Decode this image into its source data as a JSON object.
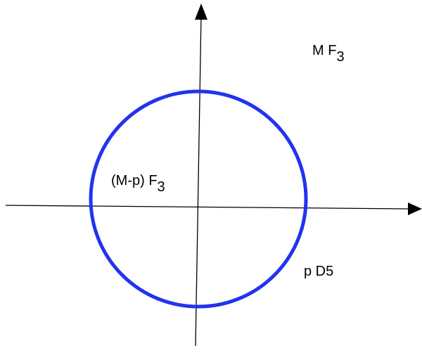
{
  "colors": {
    "circle": "#2233ee",
    "axes": "#000000",
    "background": "#ffffff"
  },
  "labels": {
    "top_right": {
      "main": "M F",
      "sub": "3"
    },
    "inside": {
      "main": "(M-p) F",
      "sub": "3"
    },
    "outside": {
      "main": "p D5"
    }
  }
}
